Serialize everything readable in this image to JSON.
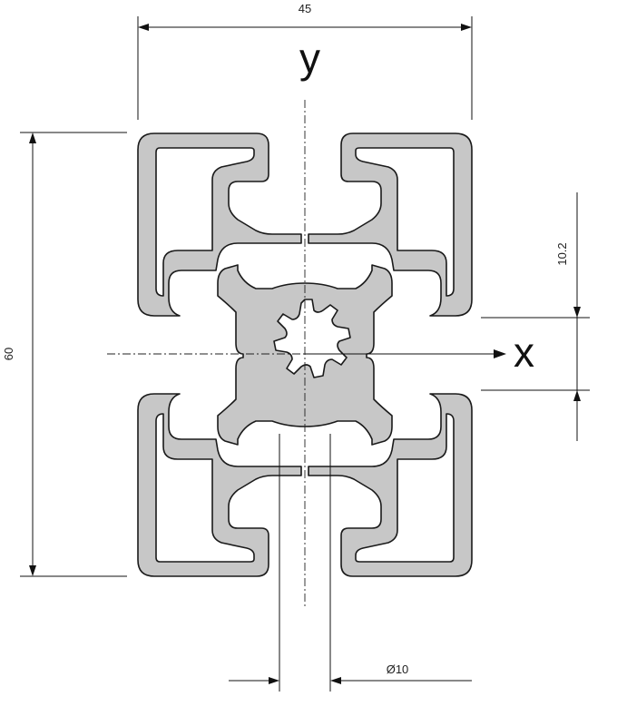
{
  "labels": {
    "axis_y": "y",
    "axis_x": "x",
    "width": "45",
    "height": "60",
    "slot_offset": "10.2",
    "bore": "Ø10"
  },
  "colors": {
    "profile_fill": "#c7c7c7",
    "outline": "#1a1a1a",
    "background": "#ffffff"
  }
}
